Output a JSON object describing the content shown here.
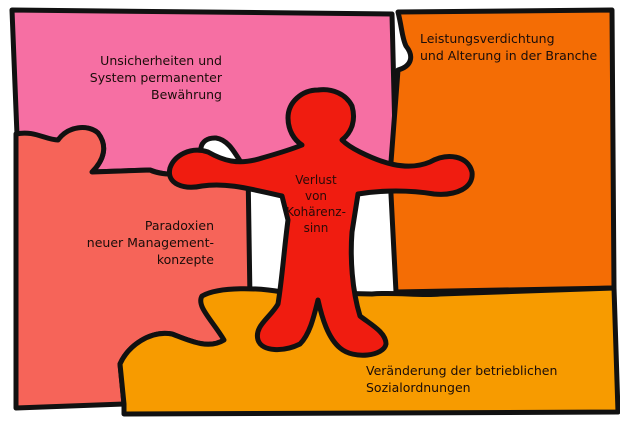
{
  "colors": {
    "pink_piece": "#f66fa3",
    "orange_piece": "#f46d05",
    "salmon_piece": "#f66459",
    "amber_piece": "#f79b00",
    "figure": "#f01c10",
    "outline": "#111111"
  },
  "pieces": {
    "top_left": {
      "lines": [
        "Unsicherheiten und",
        "System permanenter",
        "Bewährung"
      ]
    },
    "top_right": {
      "lines": [
        "Leistungsverdichtung",
        "und Alterung in der Branche"
      ]
    },
    "left": {
      "lines": [
        "Paradoxien",
        "neuer Management-",
        "konzepte"
      ]
    },
    "bottom": {
      "lines": [
        "Veränderung der betrieblichen",
        "Sozialordnungen"
      ]
    }
  },
  "center_figure": {
    "lines": [
      "Verlust",
      "von",
      "Kohärenz-",
      "sinn"
    ]
  }
}
